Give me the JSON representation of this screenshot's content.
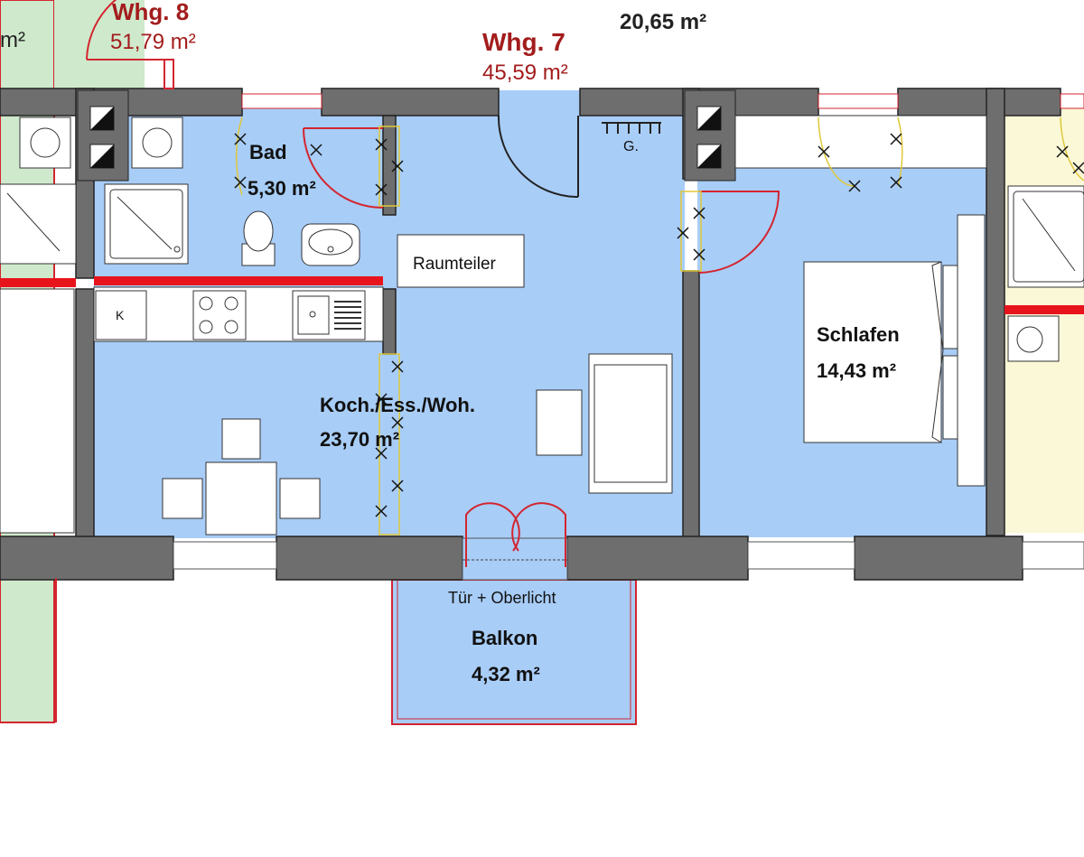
{
  "header": {
    "left_unit_area_fragment": "m²",
    "neighbor_unit_name": "Whg. 8",
    "neighbor_unit_area": "51,79 m²",
    "unit_name": "Whg. 7",
    "unit_area": "45,59 m²",
    "right_unit_area": "20,65 m²"
  },
  "rooms": {
    "bad": {
      "name": "Bad",
      "area": "5,30 m²"
    },
    "living": {
      "name": "Koch./Ess./Woh.",
      "area": "23,70 m²"
    },
    "bedroom": {
      "name": "Schlafen",
      "area": "14,43 m²"
    },
    "balcony": {
      "name": "Balkon",
      "area": "4,32 m²"
    }
  },
  "labels": {
    "room_divider": "Raumteiler",
    "door_note": "Tür + Oberlicht",
    "wardrobe": "G.",
    "fridge": "K"
  },
  "colors": {
    "room_fill": "#a8cdf7",
    "wall": "#6e6e6e",
    "unit_label": "#a31c1c",
    "fire_wall": "#e8141c",
    "neighbor_green": "#cfe9cc",
    "neighbor_yellow": "#fbf8d8",
    "door_swing": "#d3252f"
  }
}
